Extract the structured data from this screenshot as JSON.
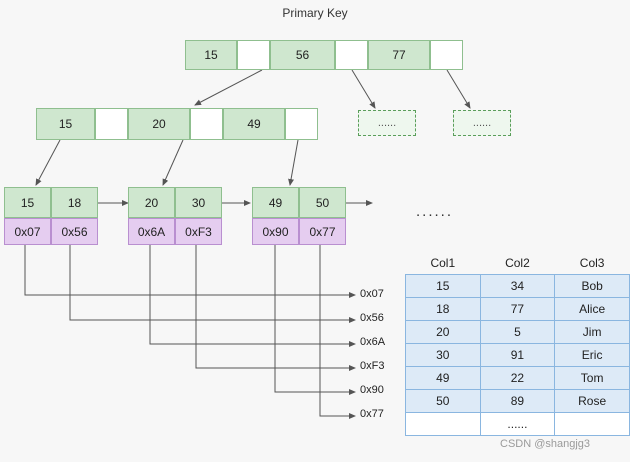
{
  "title": "Primary Key",
  "root_node": {
    "cells": [
      {
        "label": "15",
        "type": "key"
      },
      {
        "label": "",
        "type": "pointer"
      },
      {
        "label": "56",
        "type": "key"
      },
      {
        "label": "",
        "type": "pointer"
      },
      {
        "label": "77",
        "type": "key"
      },
      {
        "label": "",
        "type": "pointer"
      }
    ]
  },
  "level2_node": {
    "cells": [
      {
        "label": "15",
        "type": "key"
      },
      {
        "label": "",
        "type": "pointer"
      },
      {
        "label": "20",
        "type": "key"
      },
      {
        "label": "",
        "type": "pointer"
      },
      {
        "label": "49",
        "type": "key"
      },
      {
        "label": "",
        "type": "pointer"
      }
    ]
  },
  "placeholder_nodes": [
    {
      "label": "......"
    },
    {
      "label": "......"
    }
  ],
  "leaf_nodes": [
    {
      "keys": [
        "15",
        "18"
      ],
      "pointers": [
        "0x07",
        "0x56"
      ]
    },
    {
      "keys": [
        "20",
        "30"
      ],
      "pointers": [
        "0x6A",
        "0xF3"
      ]
    },
    {
      "keys": [
        "49",
        "50"
      ],
      "pointers": [
        "0x90",
        "0x77"
      ]
    }
  ],
  "leaf_more_dots": "......",
  "row_pointer_labels": [
    "0x07",
    "0x56",
    "0x6A",
    "0xF3",
    "0x90",
    "0x77"
  ],
  "table": {
    "headers": [
      "Col1",
      "Col2",
      "Col3"
    ],
    "rows": [
      [
        "15",
        "34",
        "Bob"
      ],
      [
        "18",
        "77",
        "Alice"
      ],
      [
        "20",
        "5",
        "Jim"
      ],
      [
        "30",
        "91",
        "Eric"
      ],
      [
        "49",
        "22",
        "Tom"
      ],
      [
        "50",
        "89",
        "Rose"
      ]
    ],
    "last_row_dots": "......"
  },
  "watermark": "CSDN @shangjg3",
  "colors": {
    "key_fill": "#cfe7cf",
    "key_border": "#8fbf8f",
    "pointer_fill": "#e5cdf0",
    "pointer_border": "#b98fd0",
    "table_fill": "#ddeaf7",
    "table_border": "#8ab6e0",
    "background": "#f7f7f7"
  }
}
